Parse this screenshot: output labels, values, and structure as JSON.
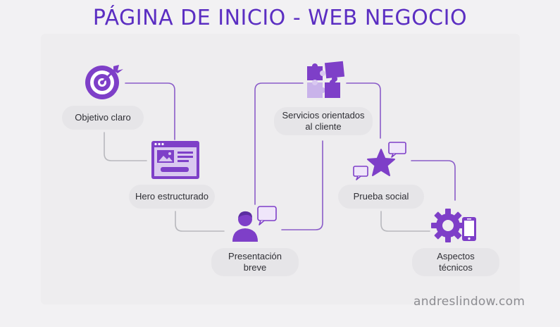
{
  "title": "PÁGINA DE INICIO - WEB NEGOCIO",
  "watermark": "andreslindow.com",
  "colors": {
    "accent": "#7e3fc8",
    "accent_light": "#c9b3ea",
    "title": "#5b2ec2",
    "line": "#8a5cc9"
  },
  "steps": [
    {
      "label": "Objetivo claro",
      "icon": "target-icon"
    },
    {
      "label": "Hero estructurado",
      "icon": "webpage-icon"
    },
    {
      "label": "Presentación\nbreve",
      "icon": "person-chat-icon"
    },
    {
      "label": "Servicios orientados\nal cliente",
      "icon": "puzzle-icon"
    },
    {
      "label": "Prueba social",
      "icon": "star-chat-icon"
    },
    {
      "label": "Aspectos\ntécnicos",
      "icon": "gear-phone-icon"
    }
  ]
}
